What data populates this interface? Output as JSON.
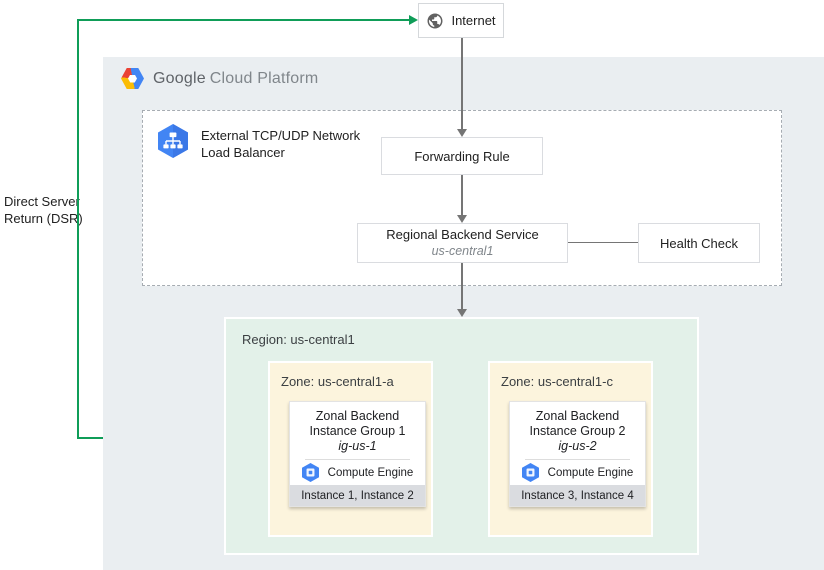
{
  "colors": {
    "dsr_line_green": "#0F9D58",
    "arrow_gray": "#757575",
    "gcp_background": "#EAEEF1",
    "region_background": "#E3F1E9",
    "zone_background": "#FCF4DD",
    "card_footer_background": "#DADCE0",
    "icon_blue": "#4285F4",
    "logo_red": "#EA4335",
    "logo_yellow": "#FBBC05"
  },
  "dsr": {
    "line1": "Direct Server",
    "line2": "Return (DSR)"
  },
  "internet": {
    "label": "Internet",
    "icon": "globe-icon"
  },
  "gcp_header": {
    "brand_bold": "Google",
    "brand_rest": "Cloud Platform",
    "icon": "gcp-hexagon-logo"
  },
  "load_balancer": {
    "line1": "External TCP/UDP Network",
    "line2": "Load Balancer",
    "icon": "network-load-balancer-icon"
  },
  "forwarding_rule": {
    "label": "Forwarding Rule"
  },
  "backend_service": {
    "title": "Regional Backend Service",
    "region": "us-central1"
  },
  "health_check": {
    "label": "Health Check"
  },
  "region": {
    "label": "Region: us-central1"
  },
  "zones": [
    {
      "label": "Zone: us-central1-a",
      "card": {
        "title_line1": "Zonal Backend",
        "title_line2": "Instance Group 1",
        "group_name": "ig-us-1",
        "platform": "Compute Engine",
        "platform_icon": "compute-engine-icon",
        "instances": "Instance 1, Instance 2"
      }
    },
    {
      "label": "Zone: us-central1-c",
      "card": {
        "title_line1": "Zonal Backend",
        "title_line2": "Instance Group 2",
        "group_name": "ig-us-2",
        "platform": "Compute Engine",
        "platform_icon": "compute-engine-icon",
        "instances": "Instance 3, Instance 4"
      }
    }
  ]
}
